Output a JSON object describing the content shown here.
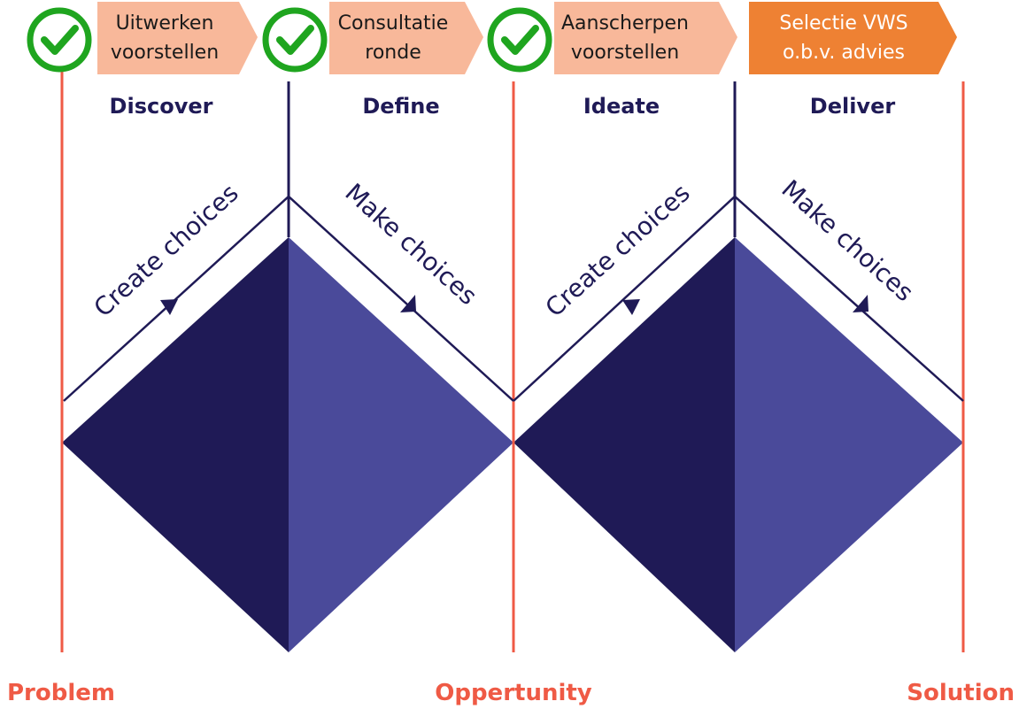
{
  "colors": {
    "dark_navy": "#1f1a56",
    "medium_indigo": "#4a4a9a",
    "line_navy": "#1f1a56",
    "divider_red": "#ef5a45",
    "check_green": "#1fa51f",
    "step_done_fill": "#f8b89a",
    "step_active_fill": "#ee8133",
    "step_done_text": "#1a1a1a",
    "step_active_text": "#ffffff",
    "bottom_label": "#ef5a45",
    "phase_label": "#1f1a56"
  },
  "process_steps": [
    {
      "line1": "Uitwerken",
      "line2": "voorstellen",
      "completed": true
    },
    {
      "line1": "Consultatie",
      "line2": "ronde",
      "completed": true
    },
    {
      "line1": "Aanscherpen",
      "line2": "voorstellen",
      "completed": true
    },
    {
      "line1": "Selectie VWS",
      "line2": "o.b.v. advies",
      "completed": false
    }
  ],
  "phases": [
    "Discover",
    "Define",
    "Ideate",
    "Deliver"
  ],
  "arrow_labels": [
    "Create choices",
    "Make choices",
    "Create choices",
    "Make choices"
  ],
  "bottom_labels": {
    "problem": "Problem",
    "opportunity": "Oppertunity",
    "solution": "Solution"
  },
  "icons": {
    "check": "check-circle-icon",
    "arrow_head": "arrow-head-icon"
  }
}
